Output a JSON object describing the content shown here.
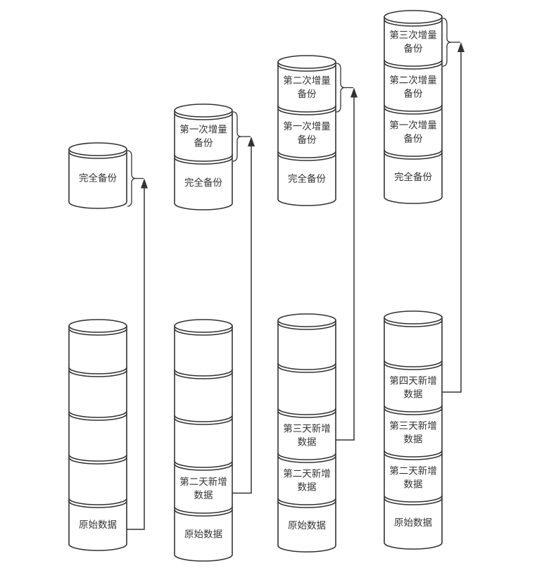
{
  "diagram": {
    "stages": [
      {
        "backup": [
          "完全备份"
        ],
        "source": [
          "",
          "",
          "",
          "",
          "原始数据"
        ],
        "arrow_from_index": 4
      },
      {
        "backup": [
          "第一次增量\n备份",
          "完全备份"
        ],
        "source": [
          "",
          "",
          "",
          "第二天新增\n数据",
          "原始数据"
        ],
        "arrow_from_index": 3
      },
      {
        "backup": [
          "第二次增量\n备份",
          "第一次增量\n备份",
          "完全备份"
        ],
        "source": [
          "",
          "",
          "第三天新增\n数据",
          "第二天新增\n数据",
          "原始数据"
        ],
        "arrow_from_index": 2
      },
      {
        "backup": [
          "第三次增量\n备份",
          "第二次增量\n备份",
          "第一次增量\n备份",
          "完全备份"
        ],
        "source": [
          "",
          "第四天新增\n数据",
          "第三天新增\n数据",
          "第二天新增\n数据",
          "原始数据"
        ],
        "arrow_from_index": 1
      }
    ]
  }
}
